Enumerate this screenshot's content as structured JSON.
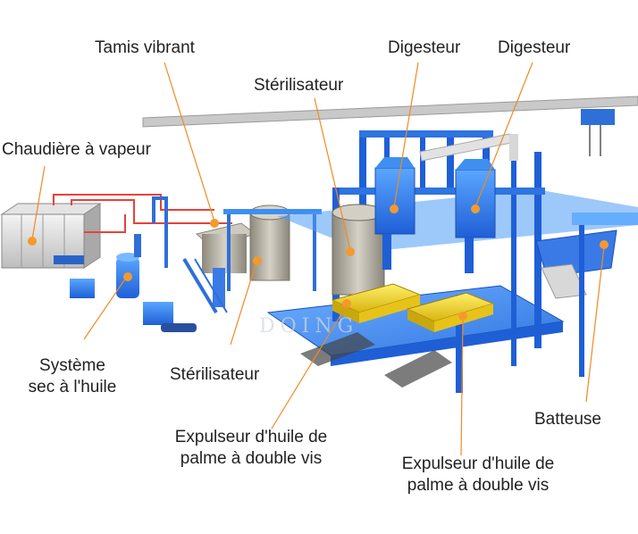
{
  "labels": {
    "tamis_vibrant": "Tamis vibrant",
    "digesteur_1": "Digesteur",
    "digesteur_2": "Digesteur",
    "sterilisateur_top": "Stérilisateur",
    "chaudiere": "Chaudière à vapeur",
    "systeme_sec_line1": "Système",
    "systeme_sec_line2": "sec à l'huile",
    "sterilisateur_bottom": "Stérilisateur",
    "batteuse": "Batteuse",
    "expulseur_1_line1": "Expulseur d'huile de",
    "expulseur_1_line2": "palme à double vis",
    "expulseur_2_line1": "Expulseur d'huile de",
    "expulseur_2_line2": "palme à double vis"
  },
  "watermark": "DOING",
  "colors": {
    "frame_blue": "#1f5fd6",
    "platform_blue": "#3f8ff0",
    "press_yellow": "#f2d21a",
    "tank_grey": "#b9b4a8",
    "pipe_red": "#e8423a",
    "leader_orange": "#f08a24",
    "dot_orange": "#f39a2e"
  }
}
